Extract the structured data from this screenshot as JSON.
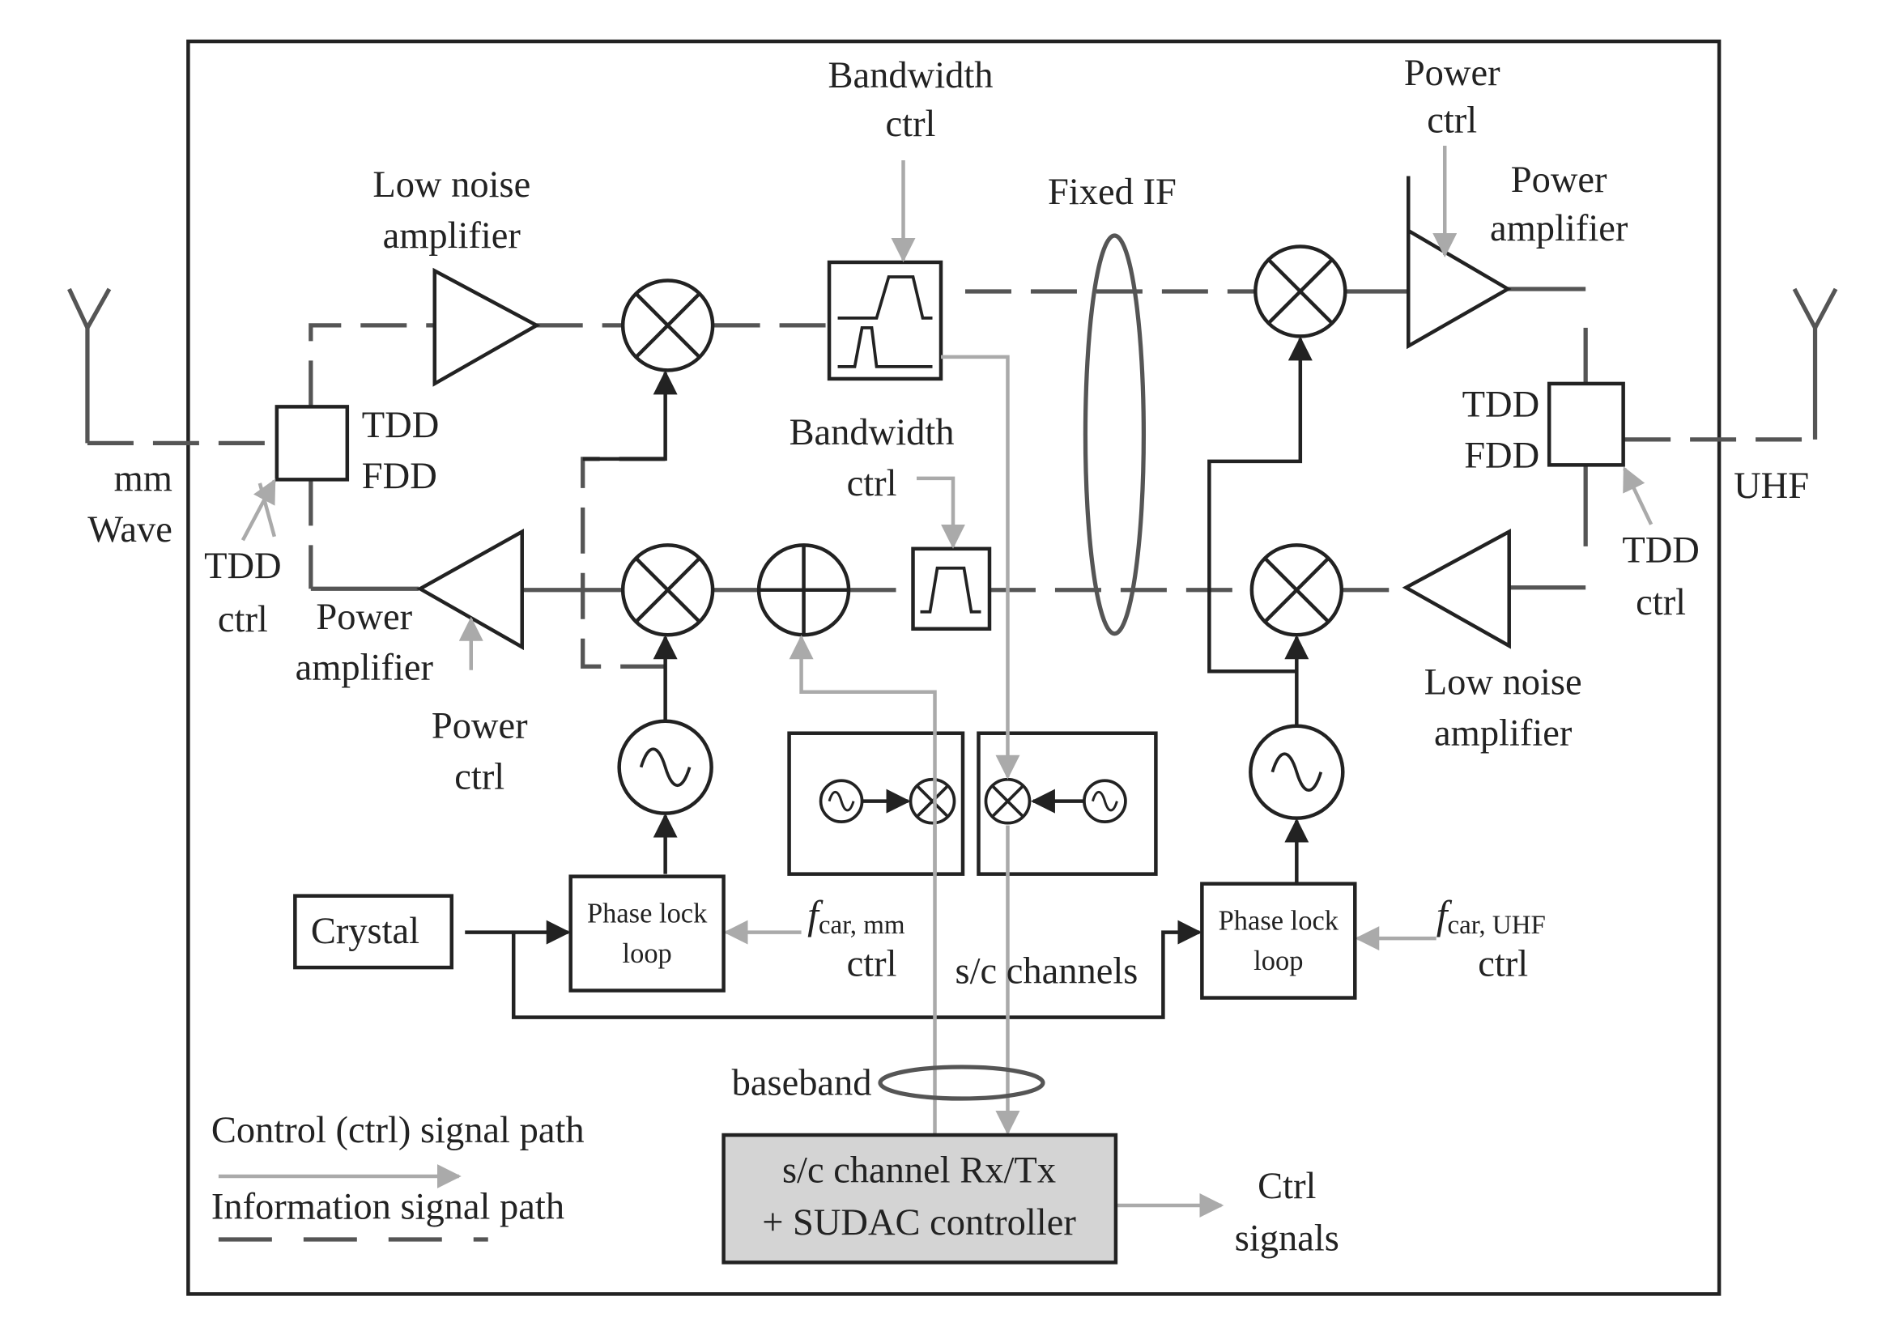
{
  "labels": {
    "lna_top": [
      "Low noise",
      "amplifier"
    ],
    "bw_ctrl_top": [
      "Bandwidth",
      "ctrl"
    ],
    "power_ctrl_top": [
      "Power",
      "ctrl"
    ],
    "pa_top": [
      "Power",
      "amplifier"
    ],
    "fixed_if": "Fixed IF",
    "mm_wave": [
      "mm",
      "Wave"
    ],
    "tdd_fdd_left": [
      "TDD",
      "FDD"
    ],
    "tdd_ctrl_left": [
      "TDD",
      "ctrl"
    ],
    "bw_ctrl_mid": [
      "Bandwidth",
      "ctrl"
    ],
    "tdd_fdd_right": [
      "TDD",
      "FDD"
    ],
    "uhf": "UHF",
    "tdd_ctrl_right": [
      "TDD",
      "ctrl"
    ],
    "pa_bottom": [
      "Power",
      "amplifier"
    ],
    "power_ctrl_bottom": [
      "Power",
      "ctrl"
    ],
    "lna_bottom": [
      "Low noise",
      "amplifier"
    ],
    "crystal": "Crystal",
    "pll_left": [
      "Phase lock",
      "loop"
    ],
    "pll_right": [
      "Phase lock",
      "loop"
    ],
    "fcar_mm": {
      "f": "f",
      "sub": "car, mm",
      "ctrl": "ctrl"
    },
    "fcar_uhf": {
      "f": "f",
      "sub": "car, UHF",
      "ctrl": "ctrl"
    },
    "sc_channels": "s/c channels",
    "baseband": "baseband",
    "controller": [
      "s/c channel Rx/Tx",
      "+ SUDAC controller"
    ],
    "ctrl_signals": [
      "Ctrl",
      "signals"
    ],
    "legend_ctrl": "Control (ctrl) signal path",
    "legend_info": "Information signal path"
  },
  "colors": {
    "line": "#222222",
    "info": "#555555",
    "ctrl": "#aaaaaa",
    "controller_fill": "#d4d4d4"
  }
}
